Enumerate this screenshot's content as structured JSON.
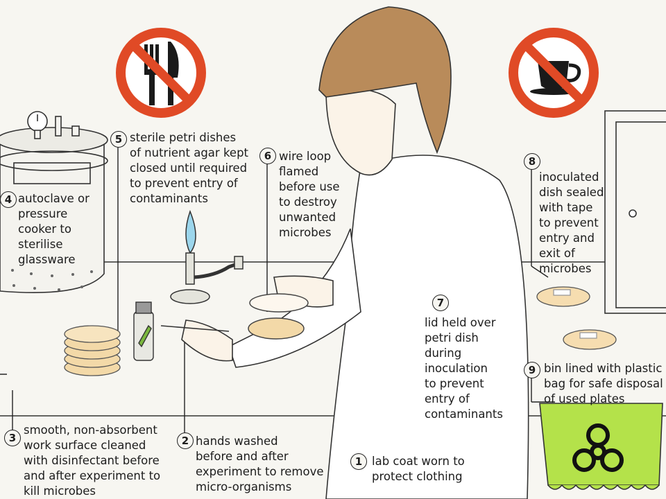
{
  "labels": [
    {
      "num": "1",
      "text": "lab coat worn to\nprotect clothing"
    },
    {
      "num": "2",
      "text": "hands washed\nbefore and after\nexperiment to remove\nmicro-organisms"
    },
    {
      "num": "3",
      "text": "smooth, non-absorbent\nwork surface cleaned\nwith disinfectant before\nand after experiment to\nkill microbes"
    },
    {
      "num": "4",
      "text": "autoclave or\npressure\ncooker to\nsterilise\nglassware"
    },
    {
      "num": "5",
      "text": "sterile petri dishes\nof nutrient agar kept\nclosed until required\nto prevent entry of\ncontaminants"
    },
    {
      "num": "6",
      "text": "wire loop\nflamed\nbefore use\nto destroy\nunwanted\nmicrobes"
    },
    {
      "num": "7",
      "text": "lid held over\npetri dish\nduring\ninoculation\nto prevent\nentry of\ncontaminants"
    },
    {
      "num": "8",
      "text": "inoculated\ndish sealed\nwith tape\nto prevent\nentry and\nexit of\nmicrobes"
    },
    {
      "num": "9",
      "text": "bin lined with plastic\nbag for safe disposal\nof used plates"
    }
  ],
  "icons": [
    "no-eating-sign-icon",
    "no-drinking-sign-icon",
    "biohazard-icon"
  ],
  "colors": {
    "prohibition_red": "#e04a26",
    "bin_green": "#b4e24a",
    "hair_brown": "#b98b5a",
    "agar": "#f3d9a8"
  }
}
